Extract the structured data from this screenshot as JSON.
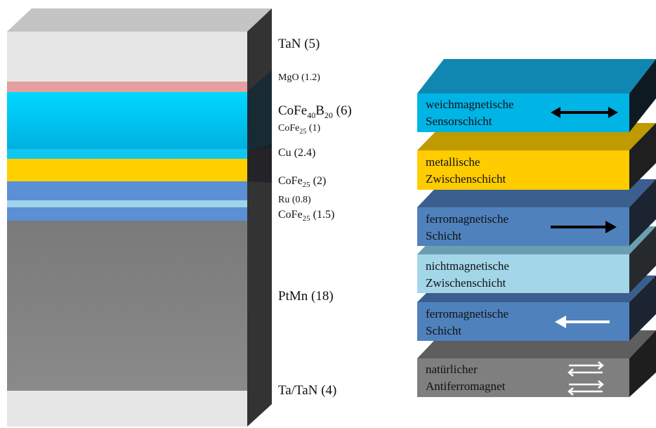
{
  "left_labels": [
    {
      "name": "TaN",
      "sub": "",
      "suffix": "",
      "thick": "(5)"
    },
    {
      "name": "MgO",
      "sub": "",
      "suffix": "",
      "thick": "(1.2)"
    },
    {
      "name": "CoFe",
      "sub": "40",
      "suffix": "B",
      "sub2": "20",
      "thick": "(6)"
    },
    {
      "name": "CoFe",
      "sub": "25",
      "suffix": "",
      "thick": "(1)"
    },
    {
      "name": "Cu",
      "sub": "",
      "suffix": "",
      "thick": "(2.4)"
    },
    {
      "name": "CoFe",
      "sub": "25",
      "suffix": "",
      "thick": "(2)"
    },
    {
      "name": "Ru",
      "sub": "",
      "suffix": "",
      "thick": "(0.8)"
    },
    {
      "name": "CoFe",
      "sub": "25",
      "suffix": "",
      "thick": "(1.5)"
    },
    {
      "name": "PtMn",
      "sub": "",
      "suffix": "",
      "thick": "(18)"
    },
    {
      "name": "Ta/TaN",
      "sub": "",
      "suffix": "",
      "thick": "(4)"
    }
  ],
  "right_blocks": [
    {
      "line1": "weichmagnetische",
      "line2": "Sensorschicht",
      "arrow": "double-black-arrow"
    },
    {
      "line1": "metallische",
      "line2": "Zwischenschicht",
      "arrow": ""
    },
    {
      "line1": "ferromagnetische",
      "line2": "Schicht",
      "arrow": "right-black-arrow"
    },
    {
      "line1": "nichtmagnetische",
      "line2": "Zwischenschicht",
      "arrow": ""
    },
    {
      "line1": "ferromagnetische",
      "line2": "Schicht",
      "arrow": "left-white-arrow"
    },
    {
      "line1": "natürlicher",
      "line2": "Antiferromagnet",
      "arrow": "antiparallel-white-arrows"
    }
  ],
  "colors": {
    "tan": "#e6e6e6",
    "mgo": "#e5a3a3",
    "cofeb": "#00c8f0",
    "cu": "#ffd000",
    "cofe": "#5b8fd6",
    "ru": "#9fd4ea",
    "ptmn": "#808080",
    "weich": "#00b4e6",
    "metall": "#ffcc00",
    "ferro": "#4f81bd",
    "nicht": "#a0d6e8",
    "afm": "#7f7f7f"
  }
}
